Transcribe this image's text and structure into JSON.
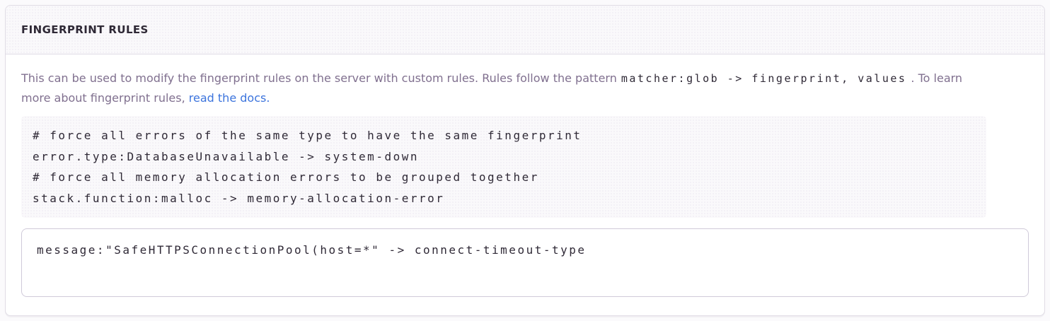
{
  "panel": {
    "title": "FINGERPRINT RULES",
    "description": {
      "text_before_code": "This can be used to modify the fingerprint rules on the server with custom rules. Rules follow the pattern",
      "inline_code": "matcher:glob -> fingerprint, values",
      "text_after_code": ". To learn more about fingerprint rules, ",
      "link_label": "read the docs",
      "text_after_link": "."
    },
    "example_code": "# force all errors of the same type to have the same fingerprint\nerror.type:DatabaseUnavailable -> system-down\n# force all memory allocation errors to be grouped together\nstack.function:malloc -> memory-allocation-error",
    "textarea_value": "message:\"SafeHTTPSConnectionPool(host=*\" -> connect-timeout-type"
  },
  "colors": {
    "link_blue": "#3c74dd",
    "heading_text": "#2f2936",
    "body_text": "#80708f",
    "code_text": "#2f2936",
    "panel_border": "#e0dce5",
    "textarea_border": "#d0cad9",
    "header_bg": "#faf9fb",
    "code_bg": "#faf9fb",
    "page_bg": "#fbfafc",
    "panel_bg": "#ffffff"
  }
}
